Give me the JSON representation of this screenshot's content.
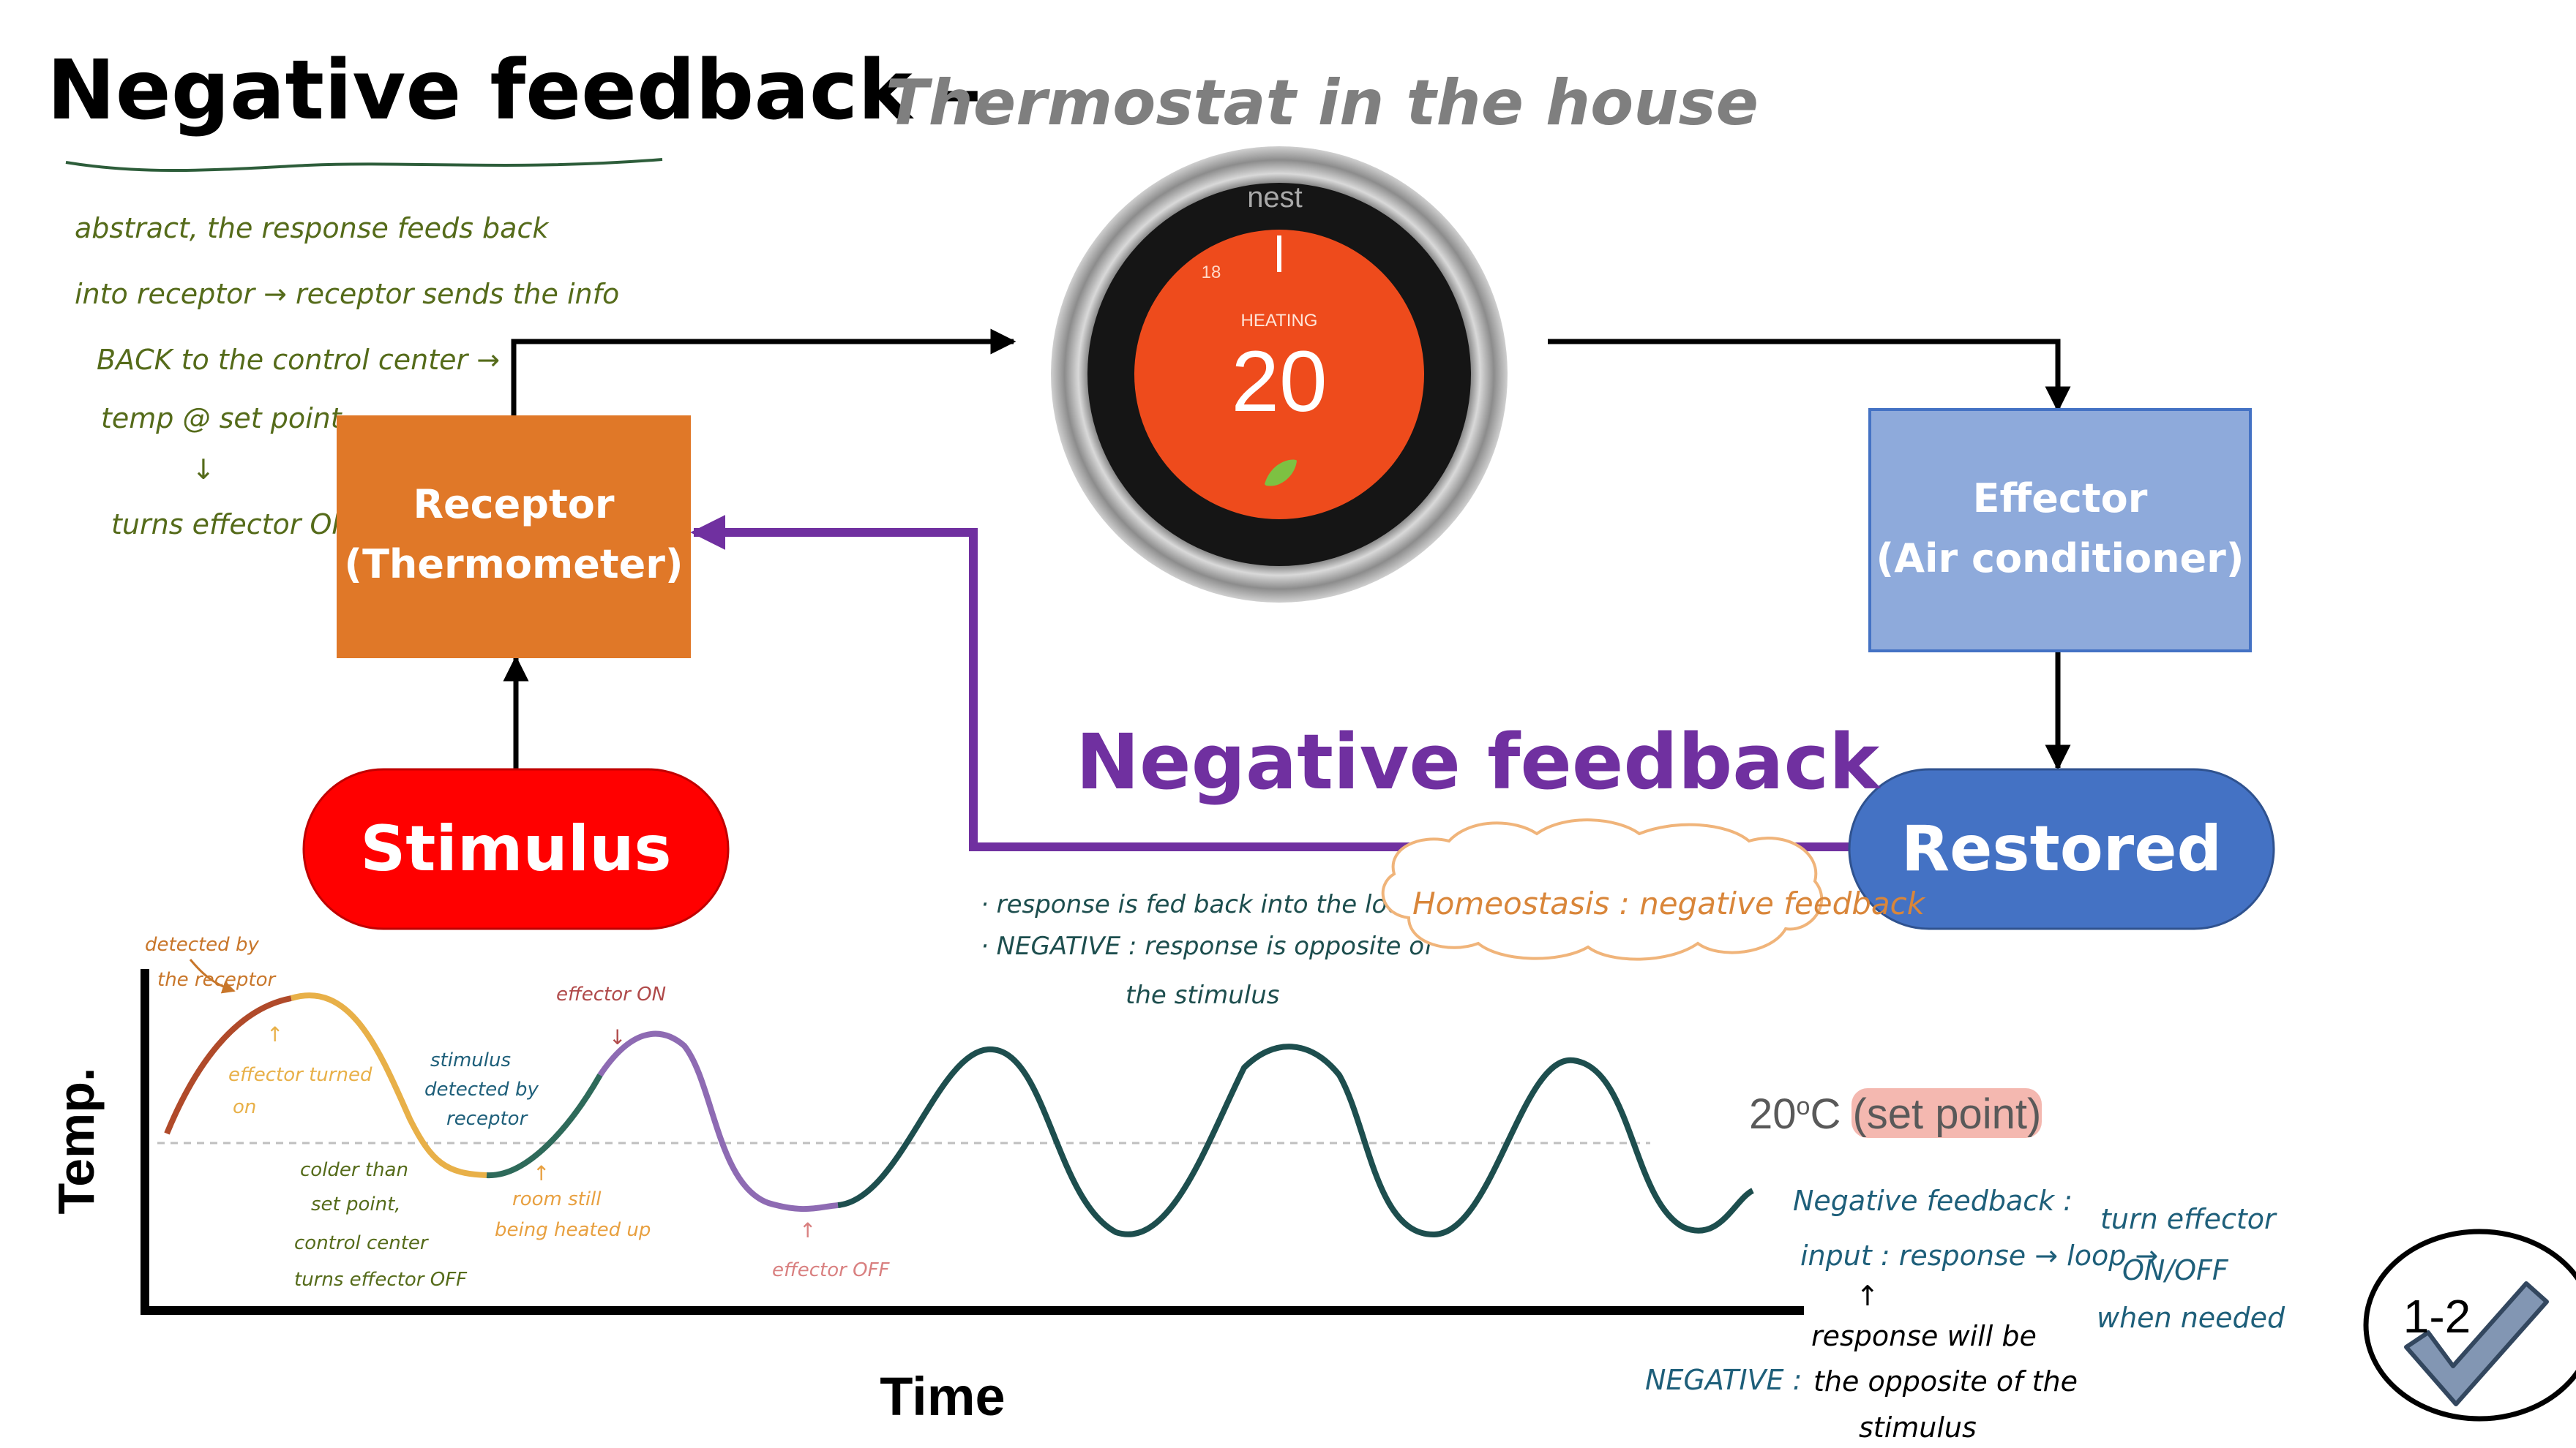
{
  "title": {
    "main": "Negative feedback –",
    "sub": "Thermostat in the house"
  },
  "thermostat": {
    "brand": "nest",
    "mode": "HEATING",
    "temperature": "20",
    "small_value": "18"
  },
  "boxes": {
    "receptor_line1": "Receptor",
    "receptor_line2": "(Thermometer)",
    "effector_line1": "Effector",
    "effector_line2": "(Air conditioner)",
    "stimulus": "Stimulus",
    "restored": "Restored"
  },
  "feedback_label": "Negative feedback",
  "notes": {
    "abstract": [
      "abstract, the response feeds back",
      "into receptor → receptor sends the info",
      "BACK to the control center →",
      "temp @ set point",
      "↓",
      "turns effector OFF"
    ],
    "loop": [
      "· response is fed back into the loop",
      "· NEGATIVE : response is opposite of",
      "the stimulus"
    ],
    "homeostasis": "Homeostasis : negative feedback",
    "summary_1": "Negative feedback :",
    "summary_2": "input : response → loop →",
    "summary_3": "↑",
    "summary_4": "response will be",
    "summary_5": "the opposite of the",
    "summary_6": "stimulus",
    "summary_neg": "NEGATIVE :",
    "summary_right": [
      "turn effector",
      "ON/OFF",
      "when needed"
    ]
  },
  "graph": {
    "y_label": "Temp.",
    "x_label": "Time",
    "set_point_prefix": "20",
    "set_point_sup": "o",
    "set_point_unit": "C (",
    "set_point_hl": "set point",
    "set_point_close": ")",
    "annotations": {
      "detected": [
        "detected by",
        "the receptor"
      ],
      "effector_on_1": [
        "effector turned",
        "on"
      ],
      "colder": [
        "colder than",
        "set point,",
        "control center",
        "turns effector OFF"
      ],
      "stimulus_detected": [
        "stimulus",
        "detected by",
        "receptor"
      ],
      "room_still": [
        "room still",
        "being heated up"
      ],
      "effector_on_2": "effector ON",
      "effector_off": "effector OFF"
    }
  },
  "badge": "1-2",
  "colors": {
    "receptor": "#e07828",
    "effector": "#8eaadb",
    "stimulus": "#ff0000",
    "restored": "#4472c4",
    "feedback": "#7030a0",
    "curve": "#1d4e4e",
    "hand_green": "#556b1a",
    "hand_teal": "#1e5f7a",
    "hand_orange": "#c8762a"
  }
}
